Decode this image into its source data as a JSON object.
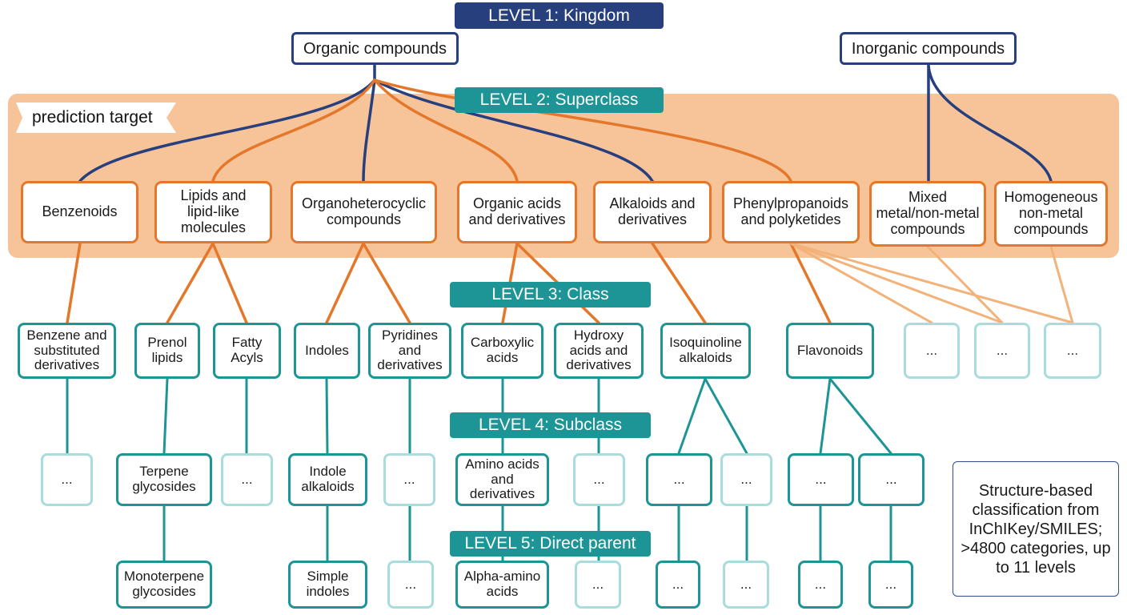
{
  "levels": {
    "kingdom": "LEVEL 1: Kingdom",
    "superclass": "LEVEL 2: Superclass",
    "class": "LEVEL 3: Class",
    "subclass": "LEVEL 4: Subclass",
    "direct_parent": "LEVEL 5: Direct parent"
  },
  "band_label": "prediction target",
  "kingdoms": {
    "organic": "Organic compounds",
    "inorganic": "Inorganic compounds"
  },
  "superclasses": {
    "benzenoids": "Benzenoids",
    "lipids": "Lipids and\nlipid-like\nmolecules",
    "organoheterocyclic": "Organoheterocyclic\ncompounds",
    "organic_acids": "Organic acids\nand derivatives",
    "alkaloids": "Alkaloids and\nderivatives",
    "phenylpropanoids": "Phenylpropanoids\nand polyketides",
    "mixed_metal": "Mixed\nmetal/non-metal\ncompounds",
    "homogeneous_nonmetal": "Homogeneous\nnon-metal\ncompounds"
  },
  "classes": {
    "benzene_substituted": "Benzene and\nsubstituted\nderivatives",
    "prenol_lipids": "Prenol\nlipids",
    "fatty_acyls": "Fatty\nAcyls",
    "indoles": "Indoles",
    "pyridines": "Pyridines\nand\nderivatives",
    "carboxylic_acids": "Carboxylic\nacids",
    "hydroxy_acids": "Hydroxy\nacids and\nderivatives",
    "isoquinoline_alkaloids": "Isoquinoline\nalkaloids",
    "flavonoids": "Flavonoids",
    "more_a": "...",
    "more_b": "...",
    "more_c": "..."
  },
  "subclasses": {
    "benzene_more": "...",
    "terpene_glycosides": "Terpene\nglycosides",
    "fatty_more": "...",
    "indole_alkaloids": "Indole\nalkaloids",
    "pyridines_more": "...",
    "amino_acids": "Amino acids\nand\nderivatives",
    "hydroxy_more": "...",
    "isoquinoline_more_a": "...",
    "isoquinoline_more_b": "...",
    "flavonoids_more_a": "...",
    "flavonoids_more_b": "..."
  },
  "direct_parents": {
    "monoterpene_glycosides": "Monoterpene\nglycosides",
    "simple_indoles": "Simple\nindoles",
    "pyridines_more": "...",
    "alpha_amino_acids": "Alpha-amino\nacids",
    "hydroxy_more": "...",
    "isoquinoline_more_a": "...",
    "isoquinoline_more_b": "...",
    "flavonoids_more_a": "...",
    "flavonoids_more_b": "..."
  },
  "note": "Structure-based classification from InChIKey/SMILES; >4800 categories, up to 11 levels",
  "colors": {
    "navy": "#283f7e",
    "orange": "#e4772a",
    "pale_orange": "#f3b27a",
    "teal": "#1d9596",
    "pale_teal": "#a9dcdc",
    "band": "#f7c49a"
  }
}
